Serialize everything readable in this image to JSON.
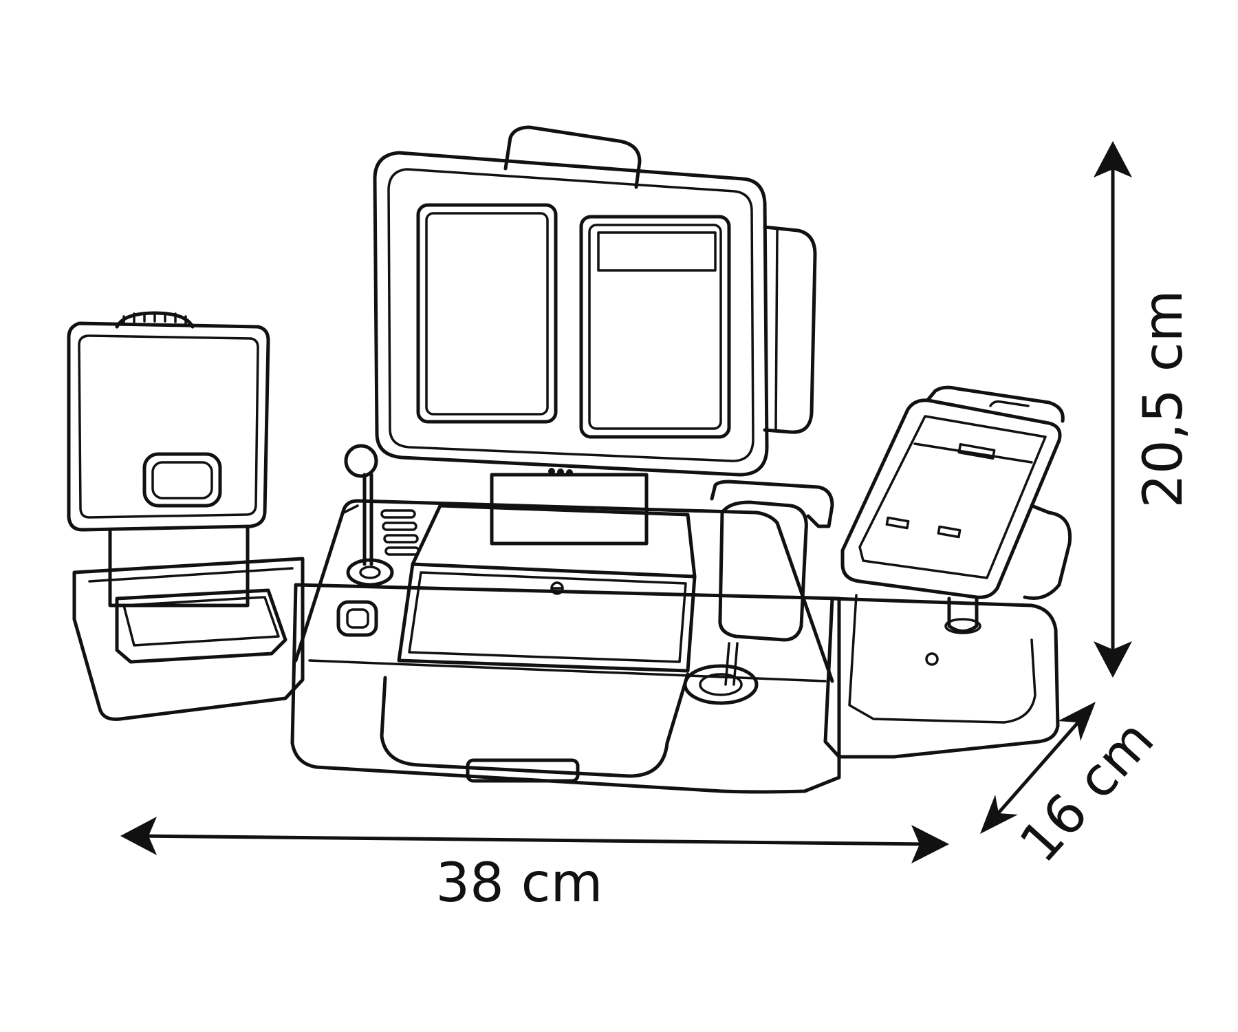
{
  "dimensions": {
    "width": "38 cm",
    "height": "20,5 cm",
    "depth": "16 cm"
  },
  "icons": [
    "cash-register-drawing",
    "scanner-drawing",
    "card-reader-drawing",
    "scale-drawing"
  ],
  "colors": {
    "line": "#111111",
    "background": "#ffffff"
  }
}
